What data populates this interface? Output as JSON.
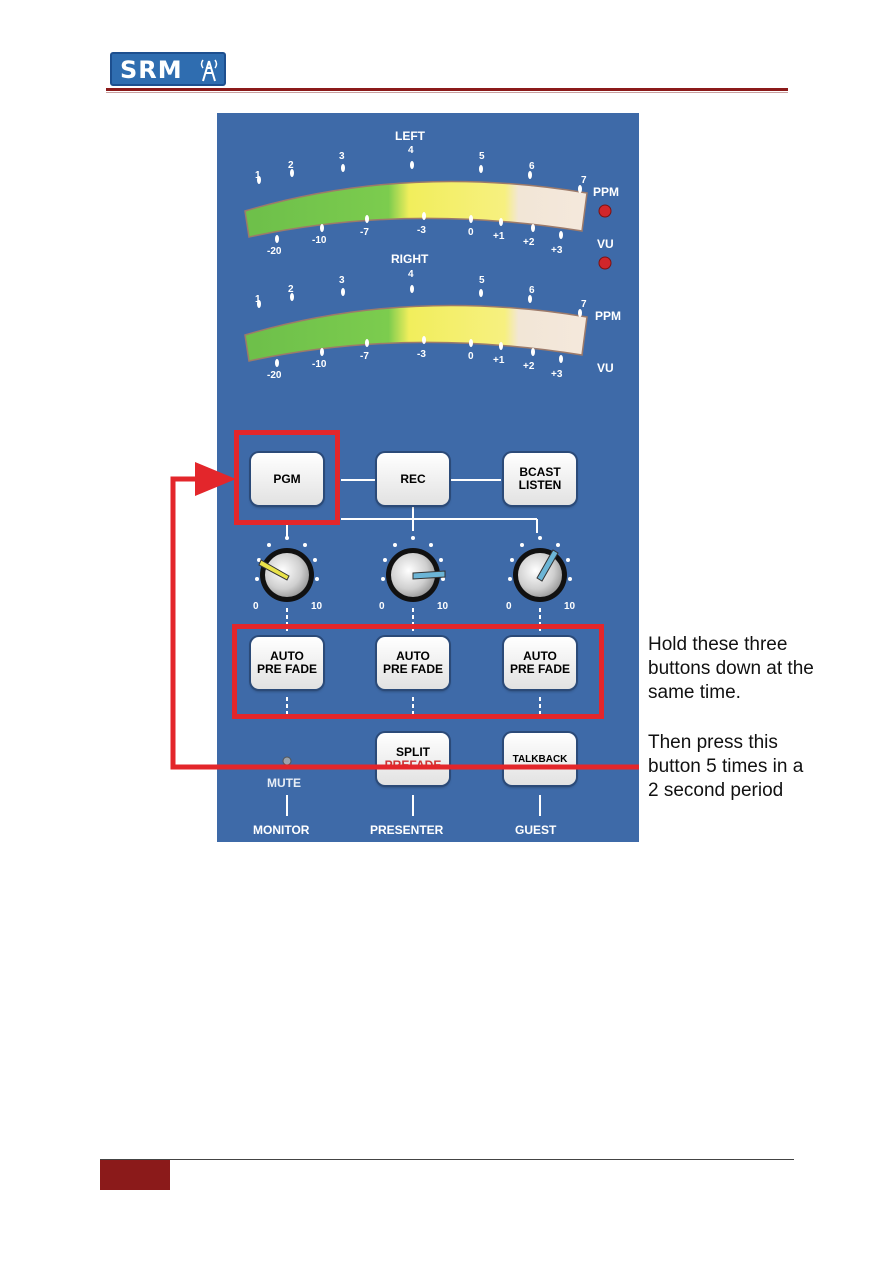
{
  "logo": {
    "text": "SRM"
  },
  "meters": [
    {
      "title": "LEFT",
      "ppm_label": "PPM",
      "vu_label": "VU"
    },
    {
      "title": "RIGHT",
      "ppm_label": "PPM",
      "vu_label": "VU"
    }
  ],
  "ppm_scale": [
    "1",
    "2",
    "3",
    "4",
    "5",
    "6",
    "7"
  ],
  "vu_scale": [
    "-20",
    "-10",
    "-7",
    "-3",
    "0",
    "+1",
    "+2",
    "+3"
  ],
  "buttons": {
    "pgm": "PGM",
    "rec": "REC",
    "bcast_line1": "BCAST",
    "bcast_line2": "LISTEN",
    "auto_line1": "AUTO",
    "auto_line2": "PRE FADE",
    "split_line1": "SPLIT",
    "split_line2": "PREFADE",
    "talkback": "TALKBACK"
  },
  "knobs": [
    {
      "min": "0",
      "max": "10",
      "pointer_color": "#e9e24a"
    },
    {
      "min": "0",
      "max": "10",
      "pointer_color": "#6cb5d6"
    },
    {
      "min": "0",
      "max": "10",
      "pointer_color": "#6cb5d6"
    }
  ],
  "labels": {
    "mute": "MUTE",
    "monitor": "MONITOR",
    "presenter": "PRESENTER",
    "guest": "GUEST"
  },
  "callouts": {
    "hold_line1": "Hold these three",
    "hold_line2": "buttons down at the",
    "hold_line3": "same time.",
    "press_line1": "Then press this",
    "press_line2": "button 5 times in a",
    "press_line3": "2 second period"
  },
  "colors": {
    "panel": "#3e6aa8",
    "highlight": "#e3262b",
    "header_rule": "#8b1a1a"
  }
}
